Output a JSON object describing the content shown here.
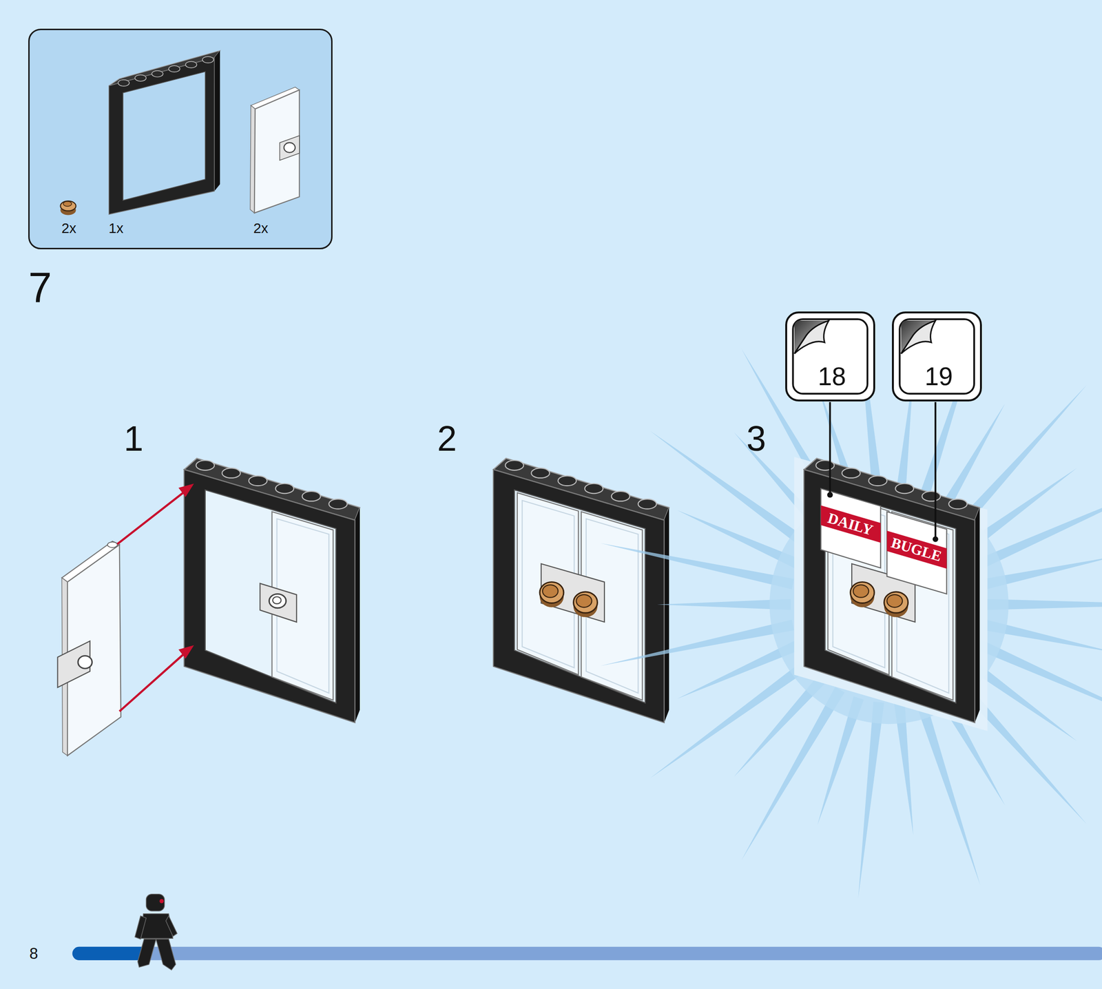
{
  "diagram": {
    "nodes": [
      {
        "text": [
          "2x",
          "1x",
          "2x"
        ]
      },
      {
        "text": [
          "18"
        ]
      },
      {
        "text": [
          "19"
        ]
      }
    ],
    "labels": [
      "7",
      "1",
      "2",
      "3",
      "DAILY",
      "BUGLE",
      "8"
    ]
  }
}
